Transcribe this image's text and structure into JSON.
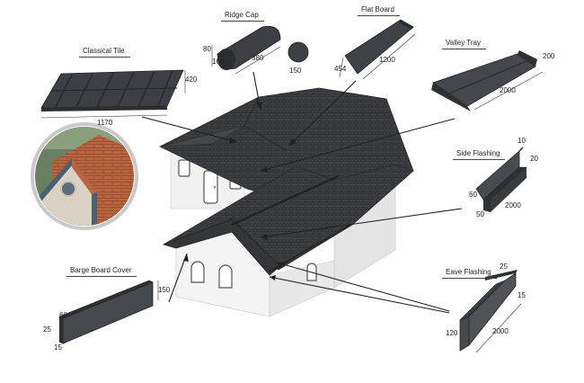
{
  "parts": {
    "classical_tile": {
      "title": "Classical Tile",
      "width": "1170",
      "height": "420"
    },
    "ridge_cap": {
      "title": "Ridge Cap",
      "dim_a": "80",
      "dim_b": "160",
      "dim_len": "380",
      "dim_dia": "150"
    },
    "flat_board": {
      "title": "Flat Board",
      "dim_h": "454",
      "dim_len": "1200"
    },
    "valley_tray": {
      "title": "Valley Tray",
      "dim_w": "200",
      "dim_len": "2000"
    },
    "side_flashing": {
      "title": "Side Flashing",
      "dim_top": "10",
      "dim_lip": "20",
      "dim_h": "60",
      "dim_base": "50",
      "dim_len": "2000"
    },
    "barge_board_cover": {
      "title": "Barge Board Cover",
      "dim_top": "60",
      "dim_left": "25",
      "dim_h": "150",
      "dim_bottom": "15"
    },
    "eave_flashing": {
      "title": "Eave Flashing",
      "dim_top": "25",
      "dim_mid": "15",
      "dim_h": "120",
      "dim_len": "2000"
    }
  },
  "colors": {
    "roof": "#3b3d40",
    "wall": "#f2f2f2",
    "tile_photo": "#b5613d",
    "line": "#222222"
  }
}
